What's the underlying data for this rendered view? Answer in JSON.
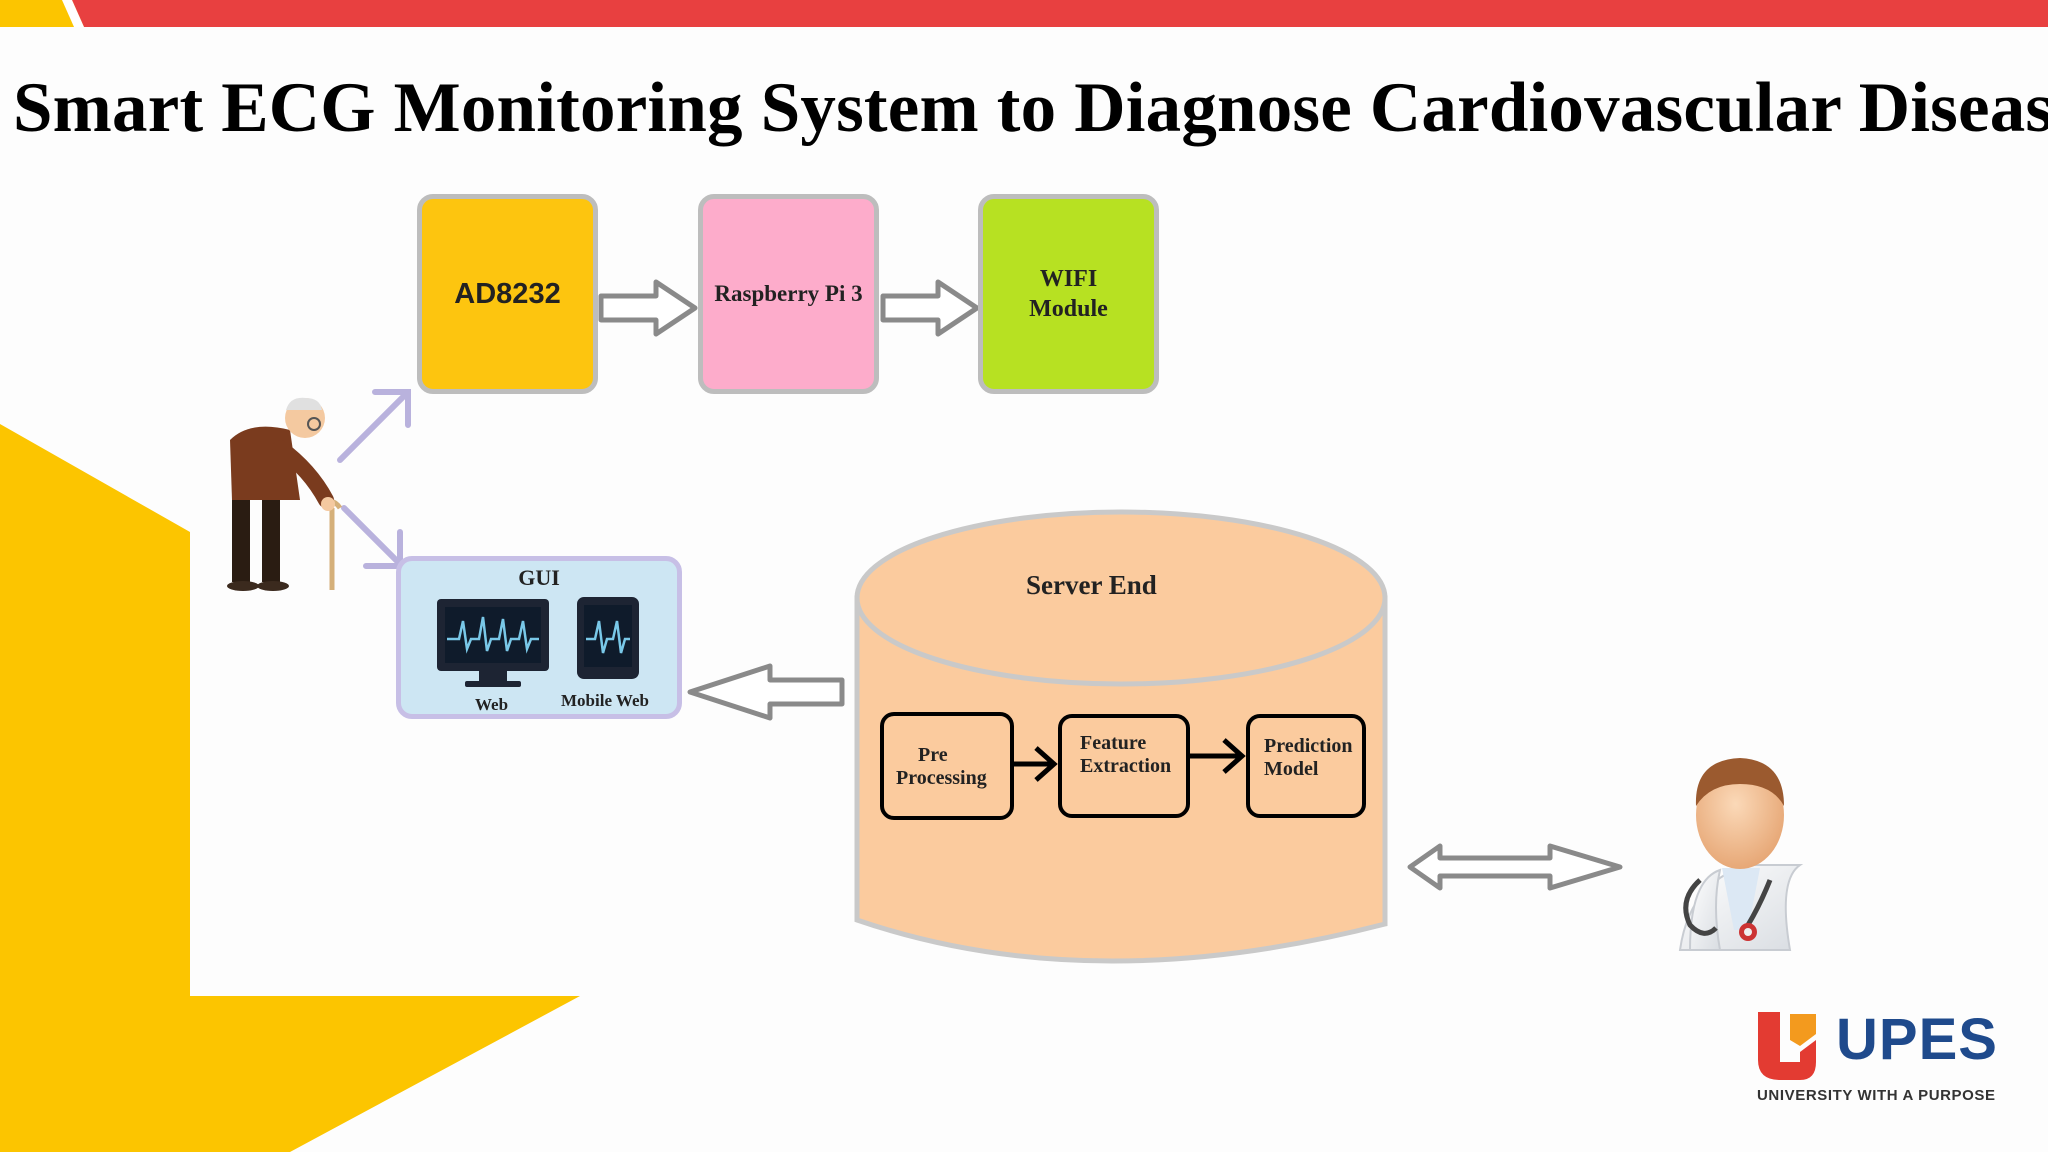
{
  "title": "Smart ECG Monitoring System to Diagnose Cardiovascular Disease",
  "colors": {
    "top_bar": "#e84040",
    "accent_yellow": "#fcc500",
    "ad8232": "#fdc50f",
    "raspberry": "#fdaccb",
    "wifi": "#b7e122",
    "gui": "#cde6f3",
    "gui_border": "#c7bfe6",
    "server": "#fbcb9e",
    "arrow_gray": "#8a8a8a",
    "arrow_lavender": "#b9b2dd",
    "ecg_line": "#79c8e8",
    "upes_red": "#e33b32",
    "upes_blue": "#1f4a8c"
  },
  "hardware": {
    "ad8232": "AD8232",
    "raspberry_pi": "Raspberry Pi 3",
    "wifi_line1": "WIFI",
    "wifi_line2": "Module"
  },
  "gui": {
    "title": "GUI",
    "web": "Web",
    "mobile_web": "Mobile Web"
  },
  "server": {
    "title": "Server End",
    "steps": [
      {
        "line1": "Pre",
        "line2": "Processing"
      },
      {
        "line1": "Feature",
        "line2": "Extraction"
      },
      {
        "line1": "Prediction",
        "line2": "Model"
      }
    ]
  },
  "icons": {
    "patient": "elderly-patient-icon",
    "doctor": "doctor-icon",
    "monitor": "monitor-ecg-icon",
    "tablet": "tablet-ecg-icon"
  },
  "logo": {
    "name": "UPES",
    "tagline": "UNIVERSITY WITH A PURPOSE"
  }
}
